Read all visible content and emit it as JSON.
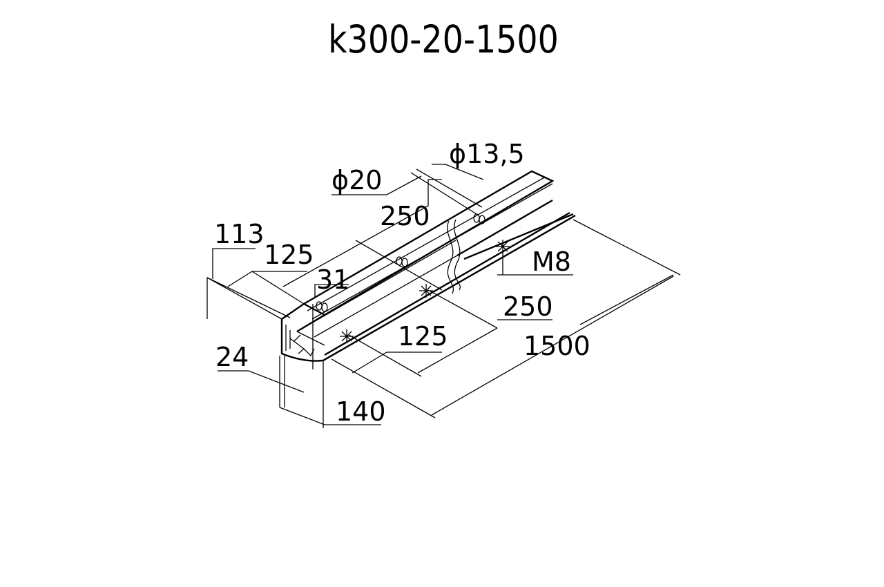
{
  "title": "k300-20-1500",
  "dimensions": {
    "d13_5": "ϕ13,5",
    "d20": "ϕ20",
    "top_250": "250",
    "h113": "113",
    "top_125": "125",
    "d31": "31",
    "m8": "M8",
    "bottom_250": "250",
    "bottom_125": "125",
    "length_1500": "1500",
    "d24": "24",
    "w140": "140"
  }
}
